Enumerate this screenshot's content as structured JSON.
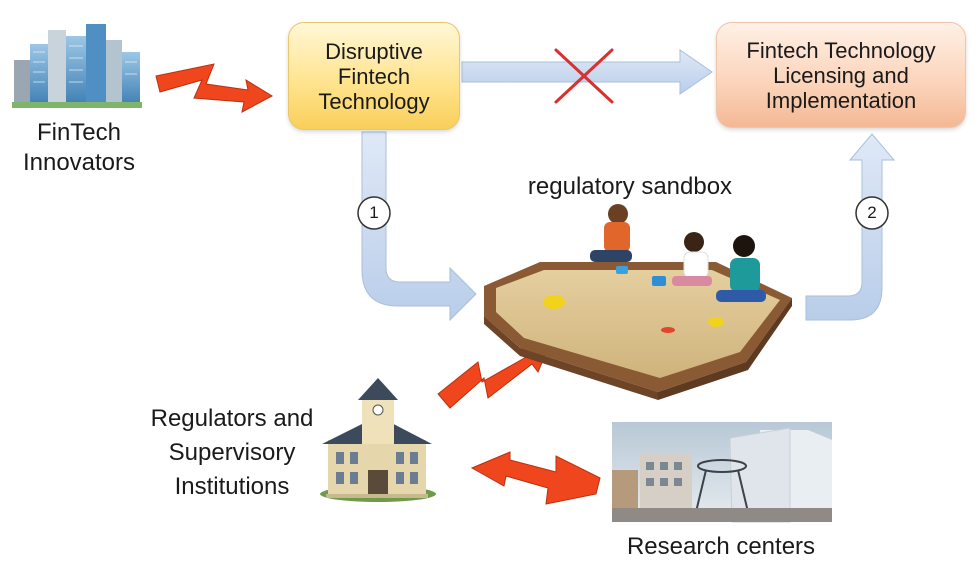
{
  "nodes": {
    "innovators": "FinTech\nInnovators",
    "disruptive": "Disruptive\nFintech\nTechnology",
    "licensing": "Fintech Technology\nLicensing and\nImplementation",
    "sandbox": "regulatory sandbox",
    "regulators": "Regulators and\nSupervisory\nInstitutions",
    "research": "Research centers"
  },
  "steps": {
    "one": "1",
    "two": "2"
  },
  "colors": {
    "arrow_blue": "#c5d6ee",
    "zigzag_orange": "#f0461e",
    "cross_red": "#d93030"
  }
}
